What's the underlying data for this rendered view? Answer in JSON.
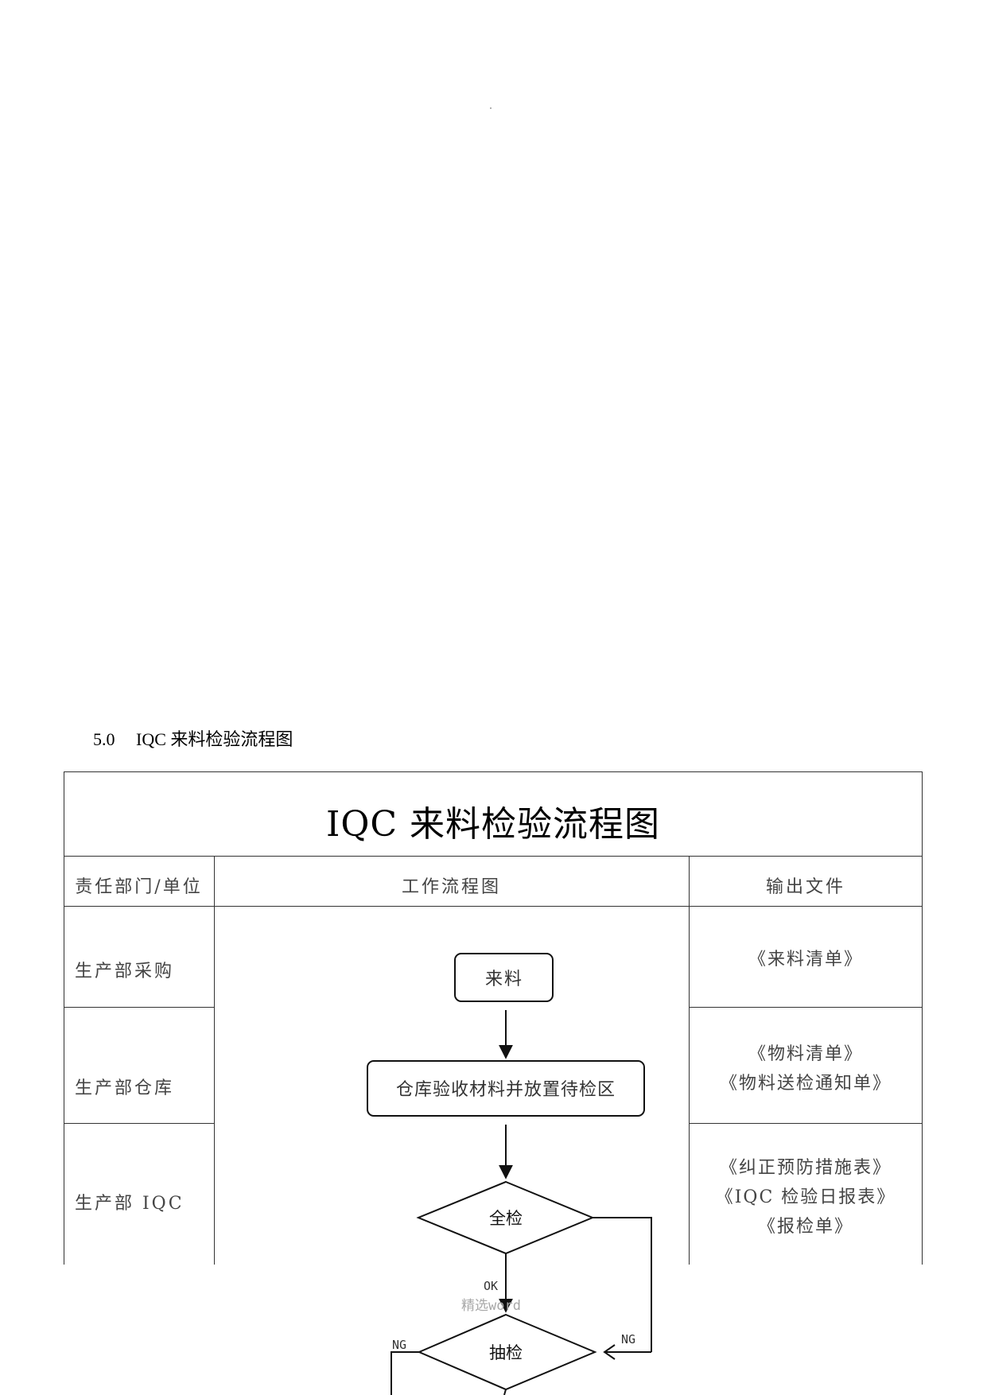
{
  "section": {
    "number": "5.0",
    "title": "IQC 来料检验流程图"
  },
  "table": {
    "title": "IQC 来料检验流程图",
    "headers": {
      "dept": "责任部门/单位",
      "flow": "工作流程图",
      "output": "输出文件"
    },
    "rows": [
      {
        "dept": "生产部采购",
        "outputs": [
          "《来料清单》"
        ]
      },
      {
        "dept": "生产部仓库",
        "outputs": [
          "《物料清单》",
          "《物料送检通知单》"
        ]
      },
      {
        "dept": "生产部 IQC",
        "outputs": [
          "《纠正预防措施表》",
          "《IQC 检验日报表》",
          "《报检单》"
        ]
      }
    ]
  },
  "flowchart": {
    "nodes": {
      "incoming": "来料",
      "warehouse": "仓库验收材料并放置待检区",
      "full_inspection": "全检",
      "sampling": "抽检"
    },
    "edge_labels": {
      "ok": "OK",
      "ng_right": "NG",
      "ng_left": "NG"
    }
  },
  "watermark": "精选word"
}
